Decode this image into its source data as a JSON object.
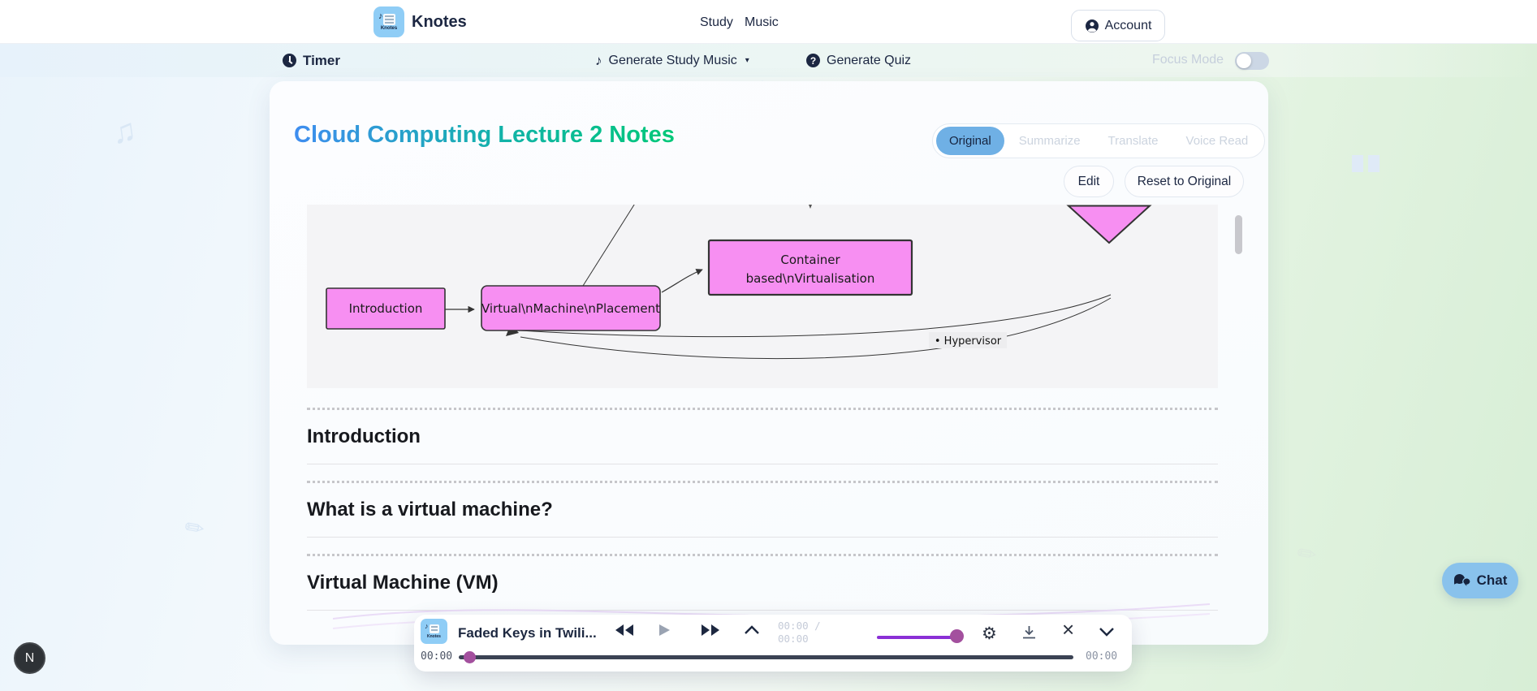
{
  "colors": {
    "brand_blue": "#8fcdf6",
    "active_tab_blue": "#6fb0e5",
    "title_gradient_start": "#3f8df0",
    "title_gradient_end": "#00c878",
    "diagram_node_fill": "#f78ff2",
    "diagram_node_border": "#343434",
    "volume_purple": "#8b2fd6",
    "slider_knob": "#a3509e",
    "progress_track": "#3b4354",
    "chat_blue": "#89c2ec"
  },
  "navbar": {
    "brand": "Knotes",
    "logo_sub": "Knotes",
    "links": [
      {
        "label": "Study"
      },
      {
        "label": "Music"
      }
    ],
    "account_label": "Account"
  },
  "toolbar": {
    "timer_label": "Timer",
    "generate_music_label": "Generate Study Music",
    "generate_quiz_label": "Generate Quiz",
    "quiz_icon_glyph": "?",
    "focus_mode_label": "Focus Mode",
    "focus_mode_on": false
  },
  "note": {
    "title": "Cloud Computing Lecture 2 Notes",
    "tabs": [
      {
        "label": "Original",
        "active": true
      },
      {
        "label": "Summarize",
        "active": false
      },
      {
        "label": "Translate",
        "active": false
      },
      {
        "label": "Voice Read",
        "active": false
      }
    ],
    "edit_label": "Edit",
    "reset_label": "Reset to Original",
    "sections": [
      {
        "heading": "Introduction"
      },
      {
        "heading": "What is a virtual machine?"
      },
      {
        "heading": "Virtual Machine (VM)"
      }
    ]
  },
  "diagram": {
    "nodes": [
      {
        "label": "Introduction"
      },
      {
        "label": "Virtual\\nMachine\\nPlacement"
      },
      {
        "label_line1": "Container",
        "label_line2": "based\\nVirtualisation"
      }
    ],
    "edge_label": "• Hypervisor"
  },
  "player": {
    "track_title": "Faded Keys in Twili...",
    "time_line1": "00:00 /",
    "time_line2": "00:00",
    "elapsed_label": "00:00",
    "duration_label": "00:00",
    "volume_percent": 97,
    "progress_percent": 2
  },
  "chat": {
    "label": "Chat"
  },
  "avatar": {
    "initial": "N"
  },
  "icons": {
    "caret_down": "▾",
    "gear": "⚙",
    "close": "×",
    "music_note": "♪",
    "beamed_notes": "♫",
    "pencil": "✎"
  }
}
